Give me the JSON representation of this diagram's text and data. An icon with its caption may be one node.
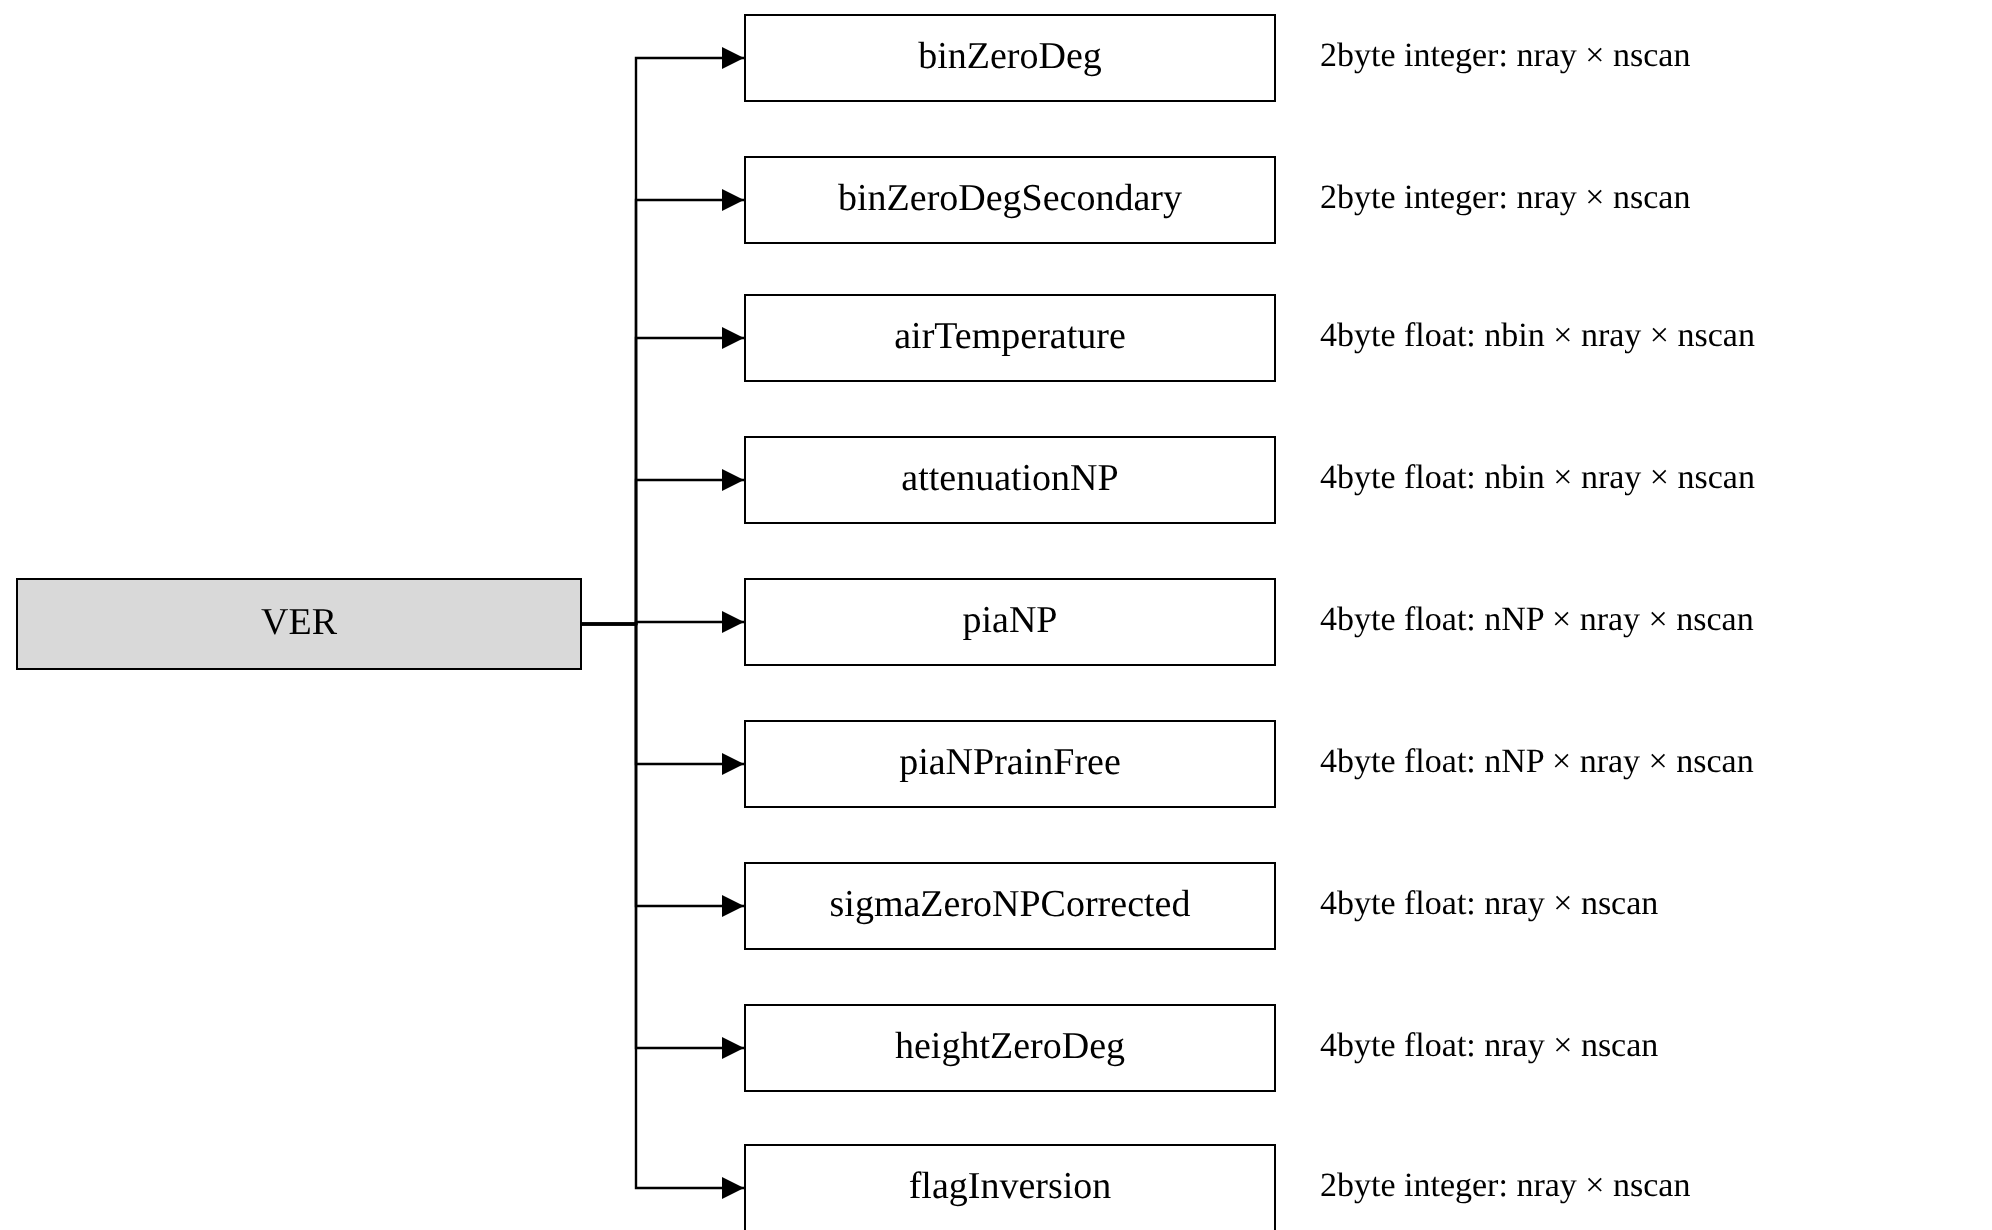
{
  "diagram": {
    "nodes": [
      {
        "text": [
          "VER"
        ]
      },
      {
        "text": [
          "binZeroDeg"
        ],
        "beside": [
          "2byte integer: nray × nscan"
        ]
      },
      {
        "text": [
          "binZeroDegSecondary"
        ],
        "beside": [
          "2byte integer: nray × nscan"
        ]
      },
      {
        "text": [
          "airTemperature"
        ],
        "beside": [
          "4byte float: nbin × nray × nscan"
        ]
      },
      {
        "text": [
          "attenuationNP"
        ],
        "beside": [
          "4byte float: nbin × nray × nscan"
        ]
      },
      {
        "text": [
          "piaNP"
        ],
        "beside": [
          "4byte float: nNP × nray × nscan"
        ]
      },
      {
        "text": [
          "piaNPrainFree"
        ],
        "beside": [
          "4byte float: nNP × nray × nscan"
        ]
      },
      {
        "text": [
          "sigmaZeroNPCorrected"
        ],
        "beside": [
          "4byte float: nray × nscan"
        ]
      },
      {
        "text": [
          "heightZeroDeg"
        ],
        "beside": [
          "4byte float: nray × nscan"
        ]
      },
      {
        "text": [
          "flagInversion"
        ],
        "beside": [
          "2byte integer: nray × nscan"
        ]
      }
    ],
    "edges": [
      {
        "from": 0,
        "to": 1,
        "arrow": "to"
      },
      {
        "from": 0,
        "to": 2,
        "arrow": "to"
      },
      {
        "from": 0,
        "to": 3,
        "arrow": "to"
      },
      {
        "from": 0,
        "to": 4,
        "arrow": "to"
      },
      {
        "from": 0,
        "to": 5,
        "arrow": "to"
      },
      {
        "from": 0,
        "to": 6,
        "arrow": "to"
      },
      {
        "from": 0,
        "to": 7,
        "arrow": "to"
      },
      {
        "from": 0,
        "to": 8,
        "arrow": "to"
      },
      {
        "from": 0,
        "to": 9,
        "arrow": "to"
      }
    ]
  }
}
